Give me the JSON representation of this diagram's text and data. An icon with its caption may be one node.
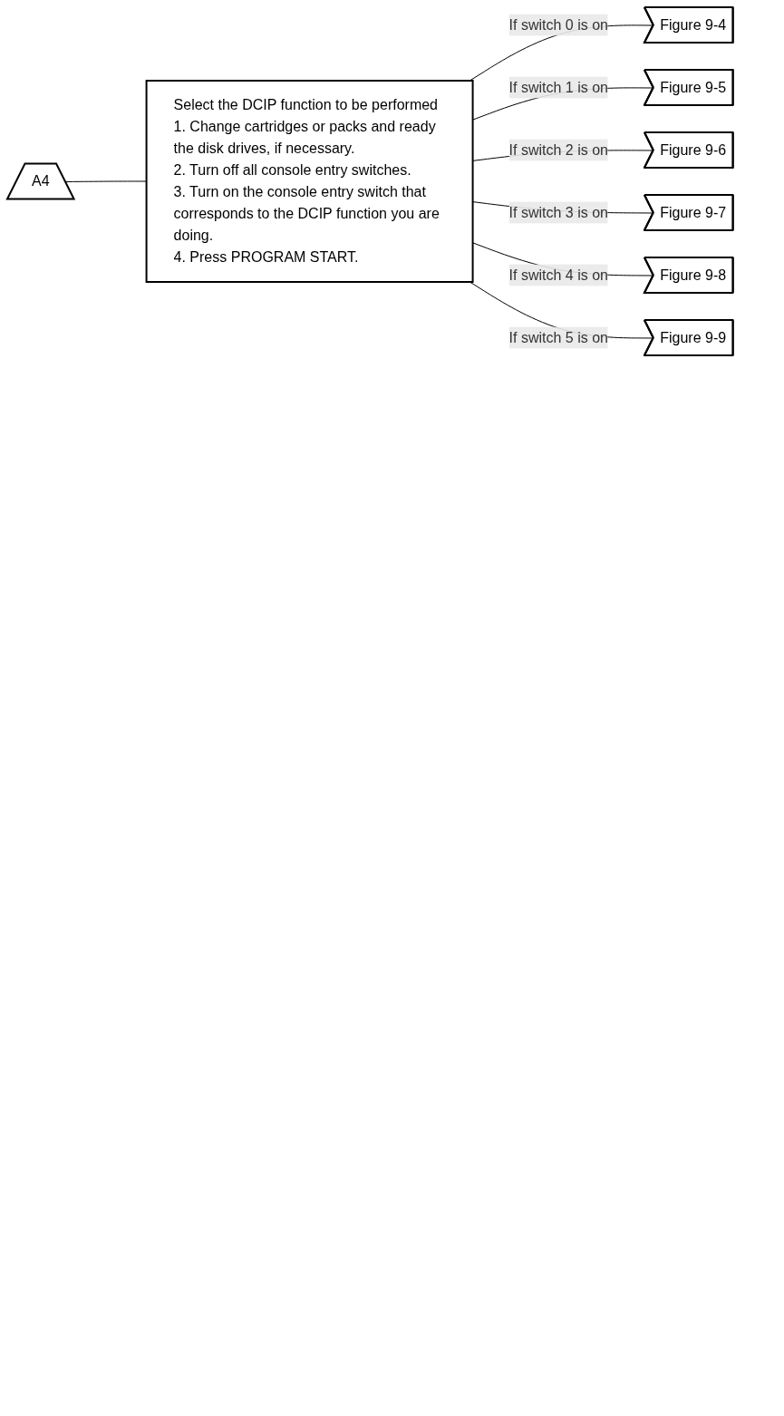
{
  "diagram": {
    "nodes": [
      {
        "text": [
          "A4"
        ]
      },
      {
        "text": [
          "Select the DCIP function to be performed",
          "1. Change cartridges or packs and ready the disk drives, if necessary.",
          "2. Turn off all console entry switches.",
          "3. Turn on the console entry switch that corresponds to the DCIP function you are doing.",
          "4. Press PROGRAM START."
        ]
      },
      {
        "text": [
          "Figure 9-4"
        ]
      },
      {
        "text": [
          "Figure 9-5"
        ]
      },
      {
        "text": [
          "Figure 9-6"
        ]
      },
      {
        "text": [
          "Figure 9-7"
        ]
      },
      {
        "text": [
          "Figure 9-8"
        ]
      },
      {
        "text": [
          "Figure 9-9"
        ]
      }
    ],
    "edges": [
      {
        "from": 0,
        "to": 1,
        "arrow": "none"
      },
      {
        "from": 1,
        "to": 2,
        "arrow": "none",
        "label": "If switch 0 is on"
      },
      {
        "from": 1,
        "to": 3,
        "arrow": "none",
        "label": "If switch 1 is on"
      },
      {
        "from": 1,
        "to": 4,
        "arrow": "none",
        "label": "If switch 2 is on"
      },
      {
        "from": 1,
        "to": 5,
        "arrow": "none",
        "label": "If switch 3 is on"
      },
      {
        "from": 1,
        "to": 6,
        "arrow": "none",
        "label": "If switch 4 is on"
      },
      {
        "from": 1,
        "to": 7,
        "arrow": "none",
        "label": "If switch 5 is on"
      }
    ]
  }
}
